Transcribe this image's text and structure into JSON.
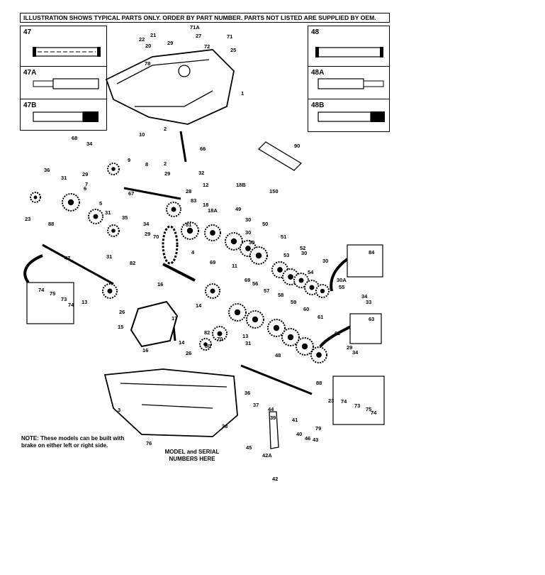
{
  "header_note": "ILLUSTRATION SHOWS TYPICAL PARTS ONLY. ORDER BY PART NUMBER. PARTS NOT LISTED ARE SUPPLIED BY OEM.",
  "left_inset": [
    "47",
    "47A",
    "47B"
  ],
  "right_inset": [
    "48",
    "48A",
    "48B"
  ],
  "brake_note": "NOTE: These models can be built with brake on either left or right side.",
  "serial_note": "MODEL and SERIAL NUMBERS HERE",
  "callouts": [
    "21",
    "22",
    "20",
    "29",
    "27",
    "71A",
    "71",
    "72",
    "78",
    "25",
    "1",
    "2",
    "10",
    "68",
    "34",
    "9",
    "66",
    "90",
    "29",
    "7",
    "36",
    "31",
    "6",
    "8",
    "67",
    "2",
    "29",
    "32",
    "28",
    "12",
    "18B",
    "150",
    "5",
    "23",
    "88",
    "31",
    "35",
    "34",
    "29",
    "70",
    "83",
    "18",
    "18A",
    "49",
    "30",
    "50",
    "81",
    "30",
    "51",
    "30",
    "52",
    "82",
    "4",
    "30",
    "53",
    "30",
    "54",
    "84",
    "30A",
    "47",
    "31",
    "69",
    "11",
    "69",
    "56",
    "57",
    "58",
    "59",
    "60",
    "61",
    "62",
    "16",
    "55",
    "34",
    "33",
    "74",
    "75",
    "73",
    "74",
    "13",
    "26",
    "14",
    "15",
    "17",
    "16",
    "82",
    "70",
    "13",
    "31",
    "26",
    "80",
    "29",
    "34",
    "63",
    "14",
    "48",
    "88",
    "23",
    "74",
    "73",
    "75",
    "74",
    "3",
    "36",
    "37",
    "44",
    "39",
    "41",
    "79",
    "38",
    "45",
    "42A",
    "40",
    "46",
    "43",
    "76",
    "42"
  ]
}
